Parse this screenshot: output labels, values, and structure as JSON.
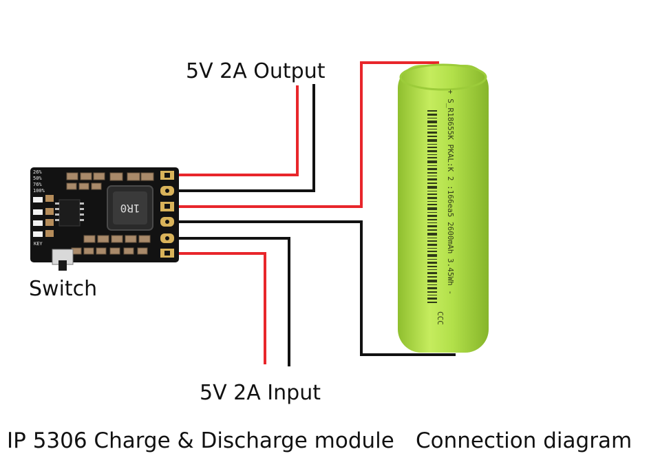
{
  "labels": {
    "output": "5V 2A Output",
    "input": "5V 2A Input",
    "switch": "Switch",
    "footer_left": "IP 5306 Charge & Discharge module",
    "footer_right": "Connection diagram"
  },
  "module": {
    "led_labels": [
      "26%",
      "50%",
      "76%",
      "100%"
    ],
    "key_label": "KEY",
    "inductor_marking": "1R0"
  },
  "battery": {
    "print_lines": [
      "+ S_R18655K PKAL:K 2 :166ea5 2600mAh 3.45Wh -",
      "CCC"
    ]
  },
  "colors": {
    "wire_positive": "#e8262b",
    "wire_negative": "#111111",
    "battery_body": "#b2e04a",
    "pcb": "#111111",
    "pad": "#d9b35a"
  }
}
